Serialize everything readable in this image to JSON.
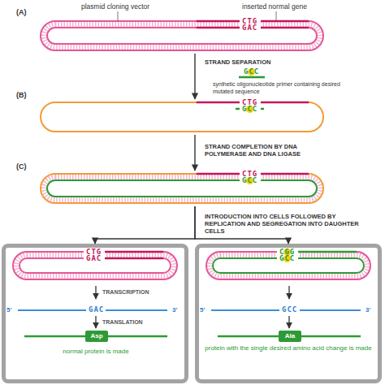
{
  "diagram": {
    "nodes": [
      {
        "text": [
          "CTG",
          "GAC"
        ]
      },
      {
        "text": [
          "CTG",
          "GCC"
        ]
      },
      {
        "text": [
          "CTG",
          "GCC"
        ]
      },
      {
        "text": [
          "TRANSCRIPTION",
          "5'",
          "GAC",
          "3'",
          "TRANSLATION",
          "normal protein is made"
        ]
      },
      {
        "text": [
          "CTG",
          "GAC"
        ],
        "in": 3
      },
      {
        "text": [
          "Asp"
        ],
        "in": 3
      },
      {
        "text": [
          "5'",
          "GCC",
          "3'",
          "protein with the single desired amino acid change is made"
        ]
      },
      {
        "text": [
          "CGG",
          "GCC"
        ],
        "in": 6
      },
      {
        "text": [
          "Ala"
        ],
        "in": 6
      }
    ],
    "edges": [
      {
        "from": 0,
        "to": 1,
        "arrow": "to",
        "label": "STRAND SEPARATION"
      },
      {
        "from": 1,
        "to": 2,
        "arrow": "to",
        "label": "STRAND COMPLETION BY DNA POLYMERASE AND DNA LIGASE"
      },
      {
        "from": 2,
        "to": 3,
        "arrow": "to",
        "label": "INTRODUCTION INTO CELLS FOLLOWED BY REPLICATION AND SEGREGATION INTO DAUGHTER CELLS"
      },
      {
        "from": 2,
        "to": 6,
        "arrow": "to"
      }
    ],
    "labels": [
      "plasmid cloning vector",
      "inserted normal gene",
      "(A)",
      "(B)",
      "(C)",
      "GCC",
      "synthetic oligonucleotide primer containing desired mutated sequence"
    ]
  }
}
